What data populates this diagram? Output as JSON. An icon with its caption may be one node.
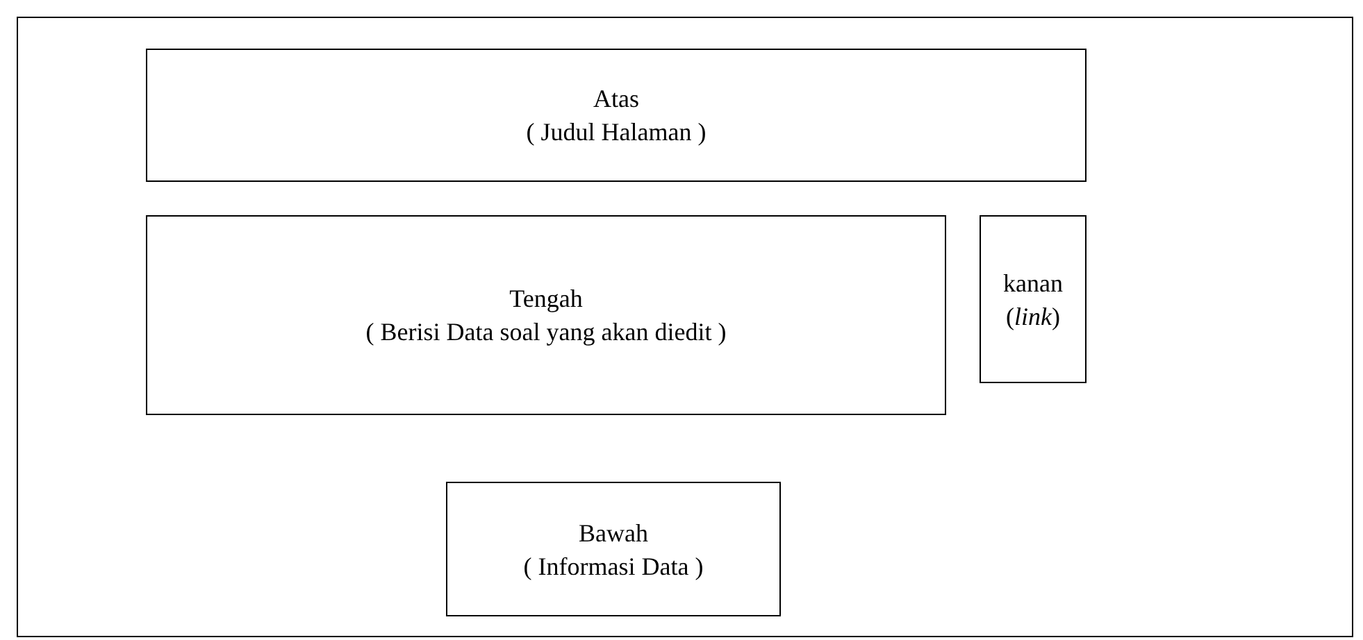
{
  "diagram": {
    "nodes": [
      {
        "text": [],
        "shape": "box"
      },
      {
        "text": [
          "Atas",
          "( Judul Halaman )"
        ],
        "in": 0
      },
      {
        "text": [
          "Tengah",
          "( Berisi Data soal yang akan diedit )"
        ],
        "in": 0
      },
      {
        "text": [
          "kanan",
          "(*link*)"
        ],
        "in": 0
      },
      {
        "text": [
          "Bawah",
          "( Informasi Data )"
        ],
        "in": 0
      }
    ],
    "edges": []
  }
}
